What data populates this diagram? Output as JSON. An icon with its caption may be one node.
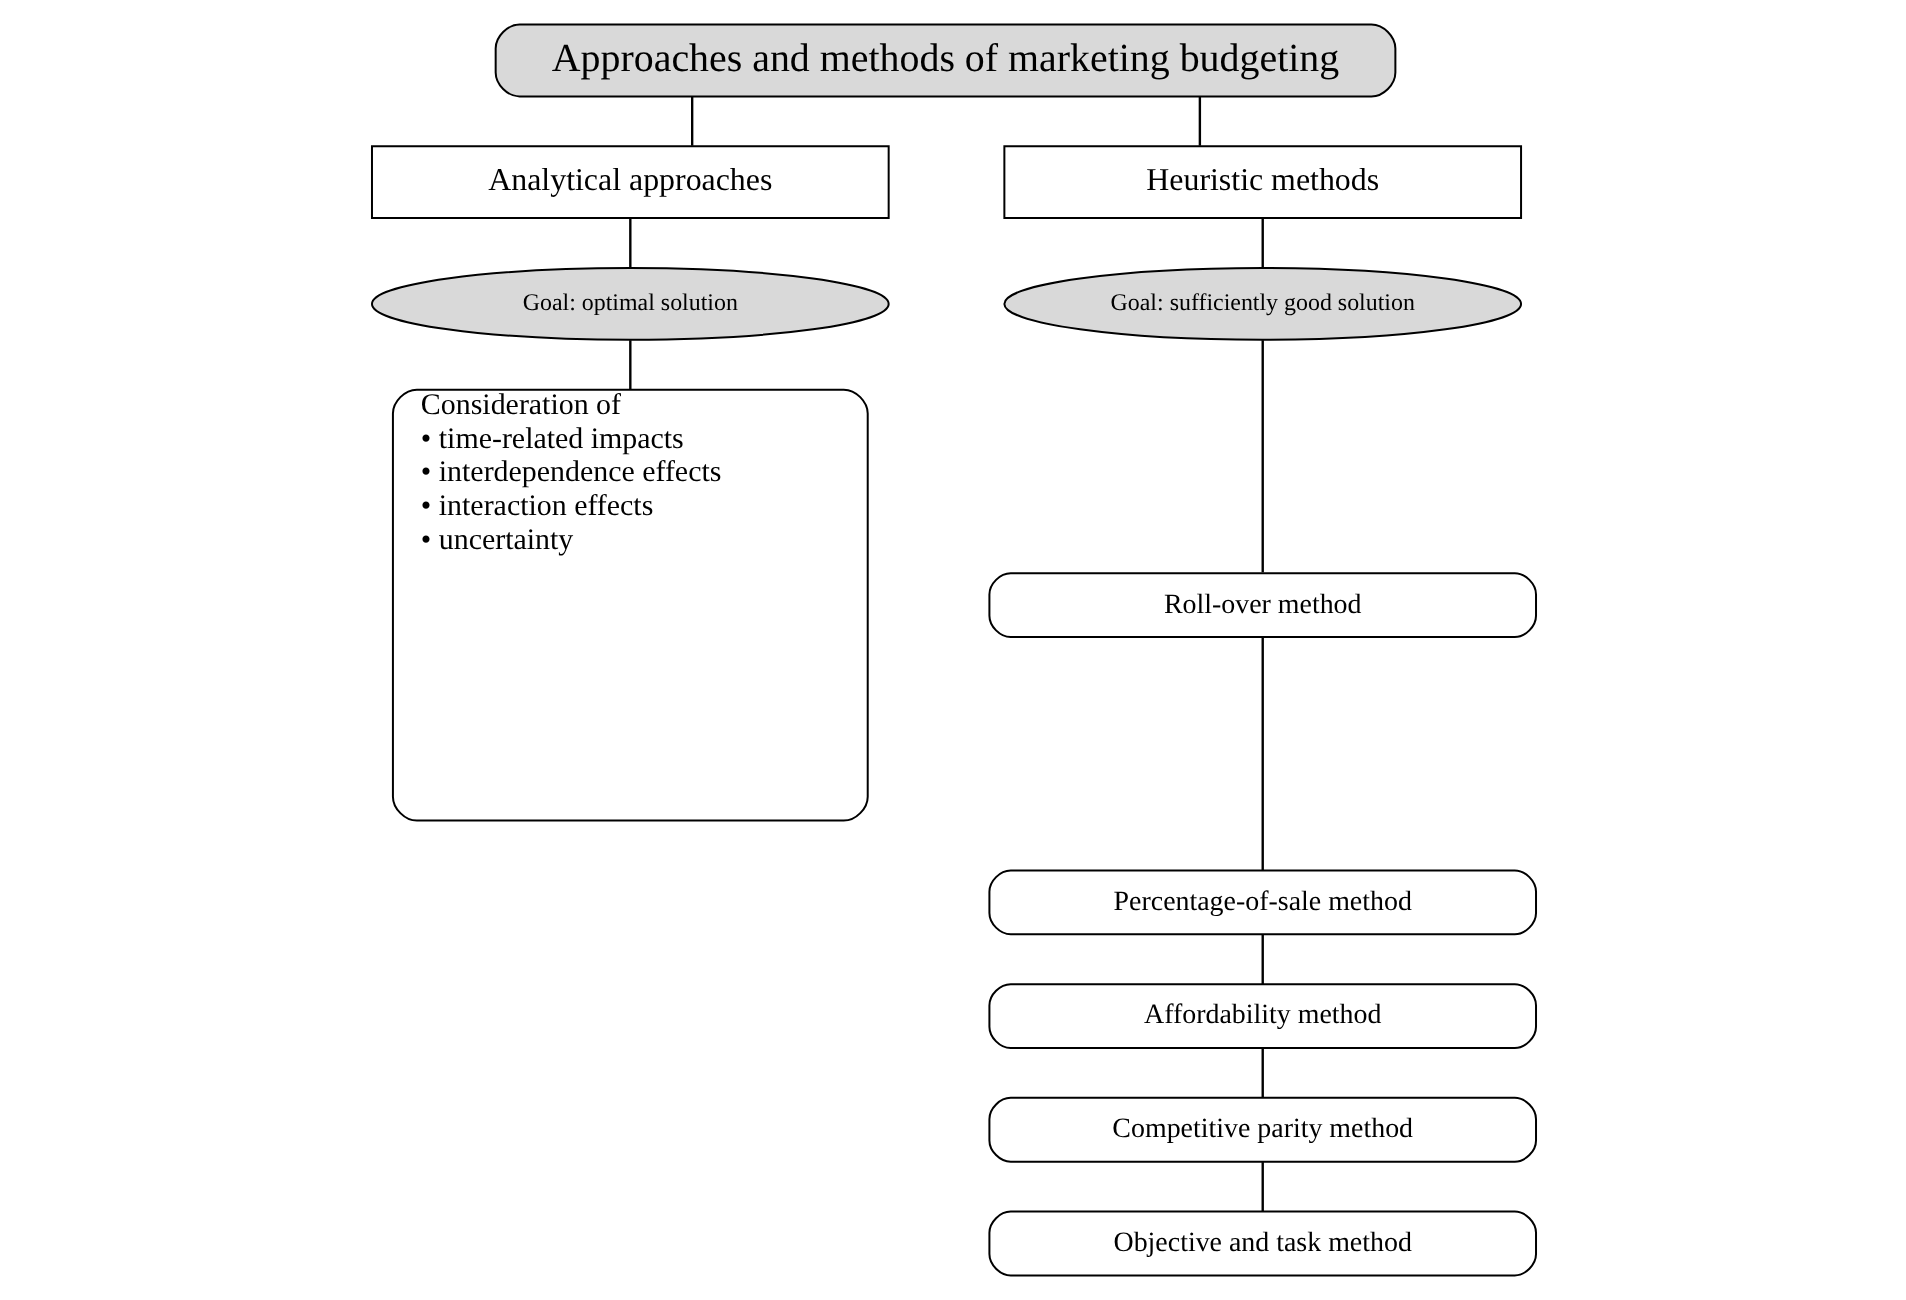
{
  "diagram": {
    "nodes": [
      {
        "text": [
          "Approaches and methods of marketing budgeting"
        ]
      },
      {
        "text": [
          "Analytical approaches"
        ]
      },
      {
        "text": [
          "Heuristic methods"
        ]
      },
      {
        "text": [
          "Goal: optimal solution"
        ]
      },
      {
        "text": [
          "Goal: sufficiently good solution"
        ]
      },
      {
        "text": [
          "Consideration of",
          "• time-related impacts",
          "• interdependence effects",
          "• interaction effects",
          "• uncertainty"
        ]
      },
      {
        "text": [
          "Roll-over method"
        ]
      },
      {
        "text": [
          "Percentage-of-sale method"
        ]
      },
      {
        "text": [
          "Affordability method"
        ]
      },
      {
        "text": [
          "Competitive parity method"
        ]
      },
      {
        "text": [
          "Objective and task method"
        ]
      }
    ],
    "edges": [
      {
        "from": 0,
        "to": 1,
        "arrow": "none"
      },
      {
        "from": 0,
        "to": 2,
        "arrow": "none"
      },
      {
        "from": 1,
        "to": 3,
        "arrow": "none"
      },
      {
        "from": 3,
        "to": 5,
        "arrow": "none"
      },
      {
        "from": 2,
        "to": 4,
        "arrow": "none"
      },
      {
        "from": 4,
        "to": 6,
        "arrow": "none"
      },
      {
        "from": 6,
        "to": 7,
        "arrow": "none"
      },
      {
        "from": 7,
        "to": 8,
        "arrow": "none"
      },
      {
        "from": 8,
        "to": 9,
        "arrow": "none"
      },
      {
        "from": 9,
        "to": 10,
        "arrow": "none"
      }
    ]
  }
}
